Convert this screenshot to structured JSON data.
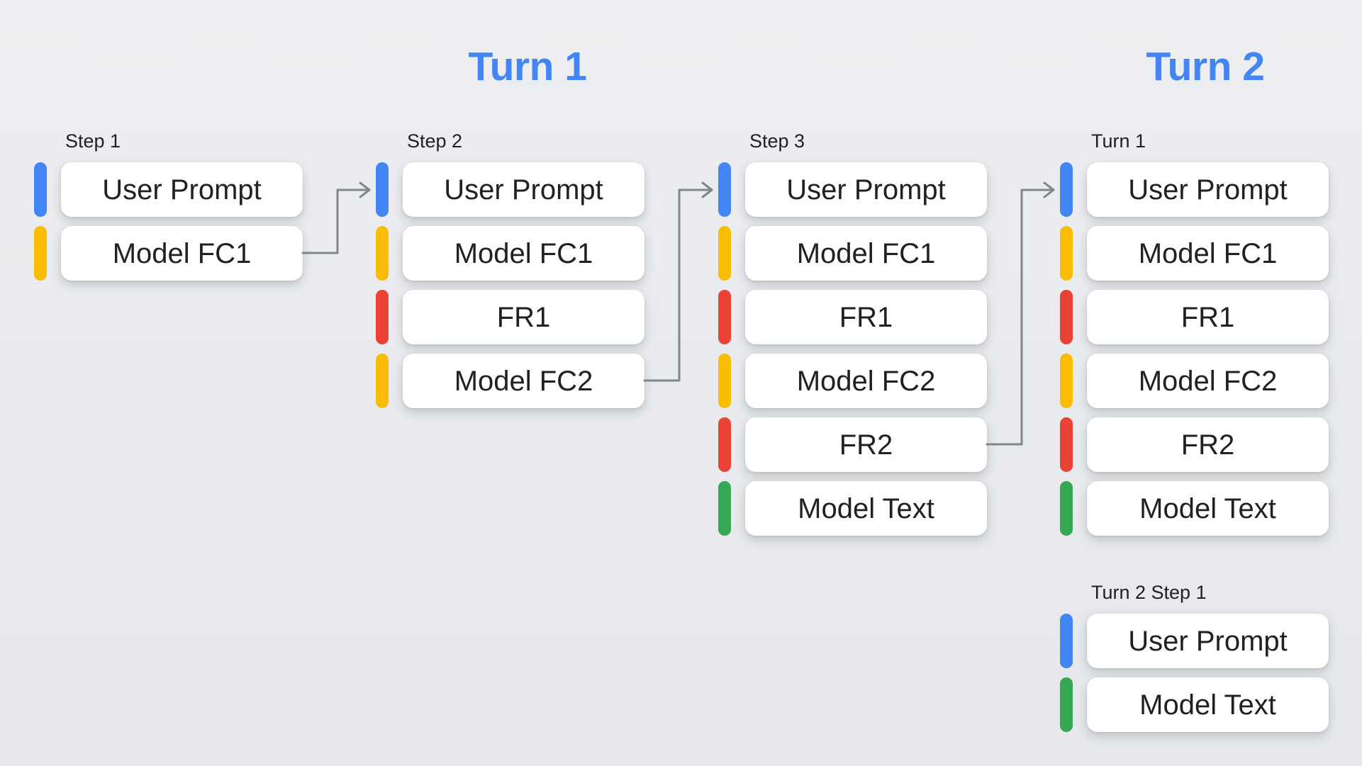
{
  "headers": [
    {
      "label": "Turn 1"
    },
    {
      "label": "Turn 2"
    }
  ],
  "palette": {
    "header_blue": "#4285f4",
    "bar_blue": "#4285f4",
    "bar_yellow": "#fbbc04",
    "bar_red": "#ea4335",
    "bar_green": "#34a853",
    "arrow_gray": "#80868b",
    "box_background": "#ffffff",
    "text_dark": "#202124",
    "page_background": "#e8eaed"
  },
  "columns": [
    {
      "label": "Step 1",
      "boxes": [
        {
          "label": "User Prompt",
          "bar_color": "#4285f4"
        },
        {
          "label": "Model FC1",
          "bar_color": "#fbbc04"
        }
      ]
    },
    {
      "label": "Step 2",
      "boxes": [
        {
          "label": "User Prompt",
          "bar_color": "#4285f4"
        },
        {
          "label": "Model FC1",
          "bar_color": "#fbbc04"
        },
        {
          "label": "FR1",
          "bar_color": "#ea4335"
        },
        {
          "label": "Model FC2",
          "bar_color": "#fbbc04"
        }
      ]
    },
    {
      "label": "Step 3",
      "boxes": [
        {
          "label": "User Prompt",
          "bar_color": "#4285f4"
        },
        {
          "label": "Model FC1",
          "bar_color": "#fbbc04"
        },
        {
          "label": "FR1",
          "bar_color": "#ea4335"
        },
        {
          "label": "Model FC2",
          "bar_color": "#fbbc04"
        },
        {
          "label": "FR2",
          "bar_color": "#ea4335"
        },
        {
          "label": "Model Text",
          "bar_color": "#34a853"
        }
      ]
    },
    {
      "label": "Turn 1",
      "boxes": [
        {
          "label": "User Prompt",
          "bar_color": "#4285f4"
        },
        {
          "label": "Model FC1",
          "bar_color": "#fbbc04"
        },
        {
          "label": "FR1",
          "bar_color": "#ea4335"
        },
        {
          "label": "Model FC2",
          "bar_color": "#fbbc04"
        },
        {
          "label": "FR2",
          "bar_color": "#ea4335"
        },
        {
          "label": "Model Text",
          "bar_color": "#34a853"
        }
      ]
    },
    {
      "label": "Turn 2 Step 1",
      "boxes": [
        {
          "label": "User Prompt",
          "bar_color": "#4285f4"
        },
        {
          "label": "Model Text",
          "bar_color": "#34a853"
        }
      ]
    }
  ],
  "arrows": [
    {
      "from": "Model FC1 (Step 1)",
      "to": "User Prompt (Step 2)"
    },
    {
      "from": "Model FC2 (Step 2)",
      "to": "User Prompt (Step 3)"
    },
    {
      "from": "FR2 (Step 3)",
      "to": "User Prompt (Turn 1)"
    }
  ]
}
